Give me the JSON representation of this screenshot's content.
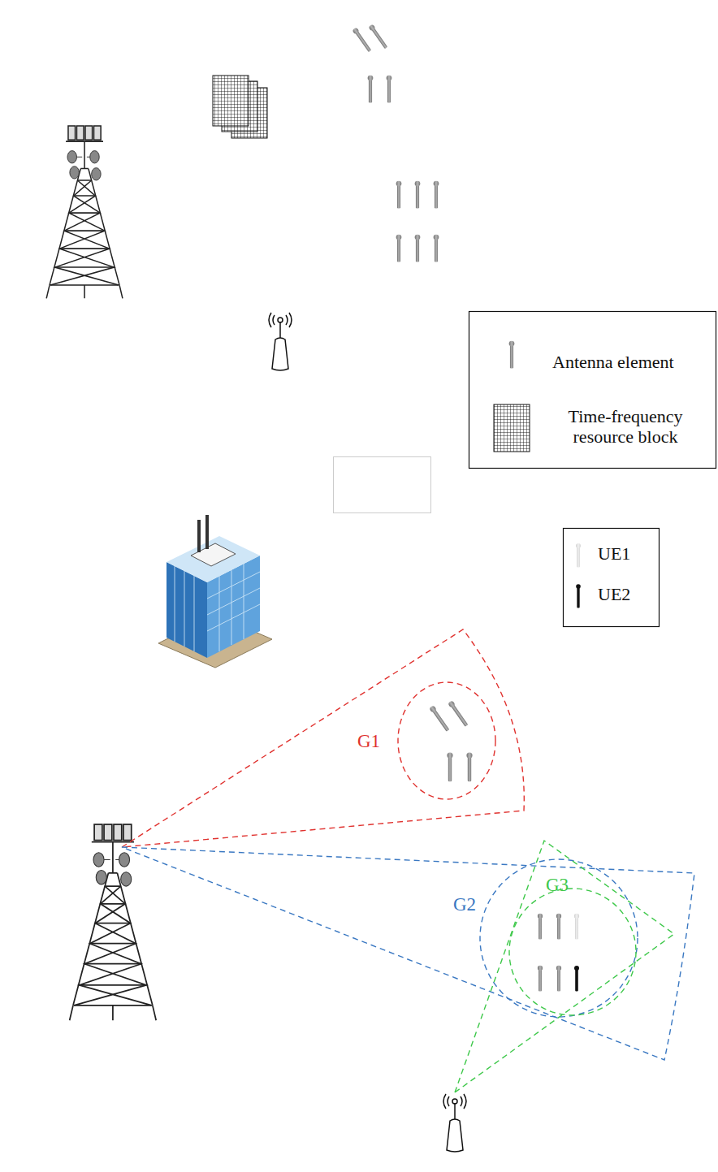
{
  "diagram": {
    "labels": [
      "G1",
      "G2",
      "G3"
    ],
    "legend": [
      {
        "text": "Antenna element"
      },
      {
        "text": "Time-frequency resource block"
      },
      {
        "text": "UE1"
      },
      {
        "text": "UE2"
      }
    ]
  }
}
